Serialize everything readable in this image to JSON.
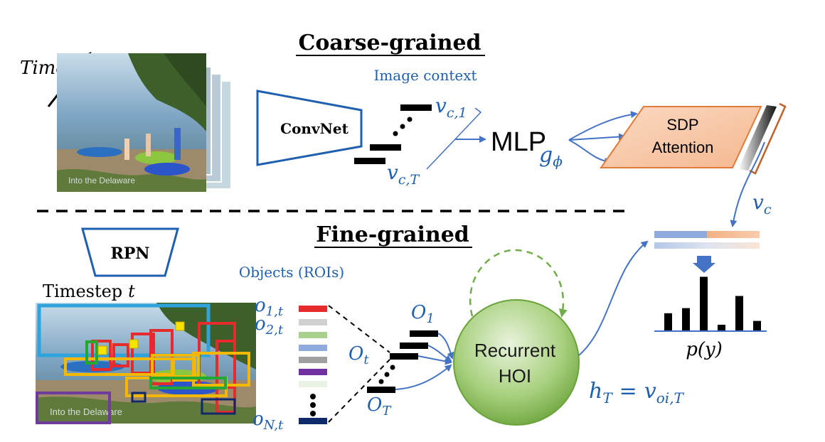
{
  "sections": {
    "coarse_title": "Coarse-grained",
    "fine_title": "Fine-grained"
  },
  "coarse": {
    "time_label": "Time",
    "convnet_label": "ConvNet",
    "image_context_label": "Image context",
    "feature_top_label": "v",
    "feature_top_sub": "c,1",
    "feature_bottom_label": "v",
    "feature_bottom_sub": "c,T",
    "mlp_label": "MLP",
    "mlp_sub_g": "g",
    "mlp_sub_phi": "ϕ",
    "sdp_line1": "SDP",
    "sdp_line2": "Attention",
    "vc_label": "v",
    "vc_sub": "c",
    "frame_watermark": "Into the Delaware"
  },
  "fine": {
    "rpn_label": "RPN",
    "timestep_label": "Timestep",
    "timestep_var": "t",
    "objects_label": "Objects (ROIs)",
    "o1t": "o",
    "o1t_sub": "1,t",
    "o2t": "o",
    "o2t_sub": "2,t",
    "ont": "o",
    "ont_sub": "N,t",
    "O1": "O",
    "O1_sub": "1",
    "Ot": "O",
    "Ot_sub": "t",
    "OT": "O",
    "OT_sub": "T",
    "hoi_line1": "Recurrent",
    "hoi_line2": "HOI",
    "hT_label": "h",
    "hT_sub": "T",
    "equals": "=",
    "voi_label": "v",
    "voi_sub": "oi,T",
    "py_label": "p(y)"
  },
  "colors": {
    "accent_blue": "#1f5fb0",
    "mlp_arrow_blue": "#4472c4",
    "sdp_fill": "#f7c7a8",
    "sdp_stroke": "#e07b39",
    "hoi_fill": "#7cb24a",
    "dashed_green": "#70ad47",
    "roi_red": "#e52b2b",
    "roi_yellow": "#f5b800",
    "roi_cyan": "#2ea3dc",
    "roi_green": "#25a832",
    "roi_purple": "#6f3c9e",
    "roi_navy": "#0f2a6b"
  },
  "roi_swatches": [
    "#e52b2b",
    "#d0d0d0",
    "#a9d18e",
    "#8faadc",
    "#a0a0a0",
    "#7030a0",
    "#eaf2e3"
  ],
  "histogram_bars": [
    0.28,
    0.36,
    0.85,
    0.1,
    0.55,
    0.16
  ],
  "roi_boxes": [
    {
      "color": "roi_cyan"
    },
    {
      "color": "roi_red"
    },
    {
      "color": "roi_red"
    },
    {
      "color": "roi_red"
    },
    {
      "color": "roi_red"
    },
    {
      "color": "roi_red"
    },
    {
      "color": "roi_red"
    },
    {
      "color": "roi_yellow"
    },
    {
      "color": "roi_yellow"
    },
    {
      "color": "roi_yellow"
    },
    {
      "color": "roi_yellow"
    },
    {
      "color": "roi_yellow"
    },
    {
      "color": "roi_green"
    },
    {
      "color": "roi_green"
    },
    {
      "color": "roi_purple"
    },
    {
      "color": "roi_navy"
    },
    {
      "color": "roi_navy"
    }
  ]
}
